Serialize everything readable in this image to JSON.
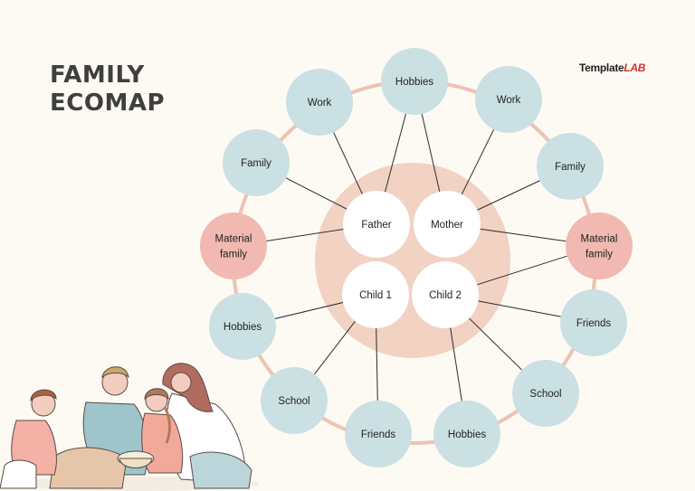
{
  "title": {
    "line1": "FAMILY",
    "line2": "ECOMAP"
  },
  "brand": {
    "template": "Template",
    "lab": "LAB"
  },
  "colors": {
    "background": "#fdfaf3",
    "ring": "#ecc3b3",
    "core_circle": "#f1d2c3",
    "outer_node": "#cbe0e3",
    "highlight_node": "#f1b9b1",
    "inner_node": "#ffffff",
    "line": "#2b2b2b"
  },
  "inner_nodes": [
    {
      "id": "father",
      "label": "Father"
    },
    {
      "id": "mother",
      "label": "Mother"
    },
    {
      "id": "child1",
      "label": "Child 1"
    },
    {
      "id": "child2",
      "label": "Child 2"
    }
  ],
  "outer_nodes": [
    {
      "id": "hobbies-top",
      "lines": [
        "Hobbies"
      ],
      "type": "normal",
      "connects_to": [
        "father",
        "mother"
      ]
    },
    {
      "id": "work-left",
      "lines": [
        "Work"
      ],
      "type": "normal",
      "connects_to": [
        "father"
      ]
    },
    {
      "id": "work-right",
      "lines": [
        "Work"
      ],
      "type": "normal",
      "connects_to": [
        "mother"
      ]
    },
    {
      "id": "family-left",
      "lines": [
        "Family"
      ],
      "type": "normal",
      "connects_to": [
        "father"
      ]
    },
    {
      "id": "family-right",
      "lines": [
        "Family"
      ],
      "type": "normal",
      "connects_to": [
        "mother"
      ]
    },
    {
      "id": "material-left",
      "lines": [
        "Material",
        "family"
      ],
      "type": "highlight",
      "connects_to": [
        "father"
      ]
    },
    {
      "id": "material-right",
      "lines": [
        "Material",
        "family"
      ],
      "type": "highlight",
      "connects_to": [
        "mother"
      ]
    },
    {
      "id": "hobbies-left",
      "lines": [
        "Hobbies"
      ],
      "type": "normal",
      "connects_to": [
        "child1"
      ]
    },
    {
      "id": "friends-right",
      "lines": [
        "Friends"
      ],
      "type": "normal",
      "connects_to": [
        "child2"
      ]
    },
    {
      "id": "school-left",
      "lines": [
        "School"
      ],
      "type": "normal",
      "connects_to": [
        "child1"
      ]
    },
    {
      "id": "school-right",
      "lines": [
        "School"
      ],
      "type": "normal",
      "connects_to": [
        "child2"
      ]
    },
    {
      "id": "friends-bottom",
      "lines": [
        "Friends"
      ],
      "type": "normal",
      "connects_to": [
        "child1"
      ]
    },
    {
      "id": "hobbies-bottom",
      "lines": [
        "Hobbies"
      ],
      "type": "normal",
      "connects_to": [
        "child2"
      ]
    }
  ],
  "extra_links": [
    {
      "from": "child1",
      "to": "hobbies-left"
    },
    {
      "from": "child2",
      "to": "material-right"
    }
  ]
}
